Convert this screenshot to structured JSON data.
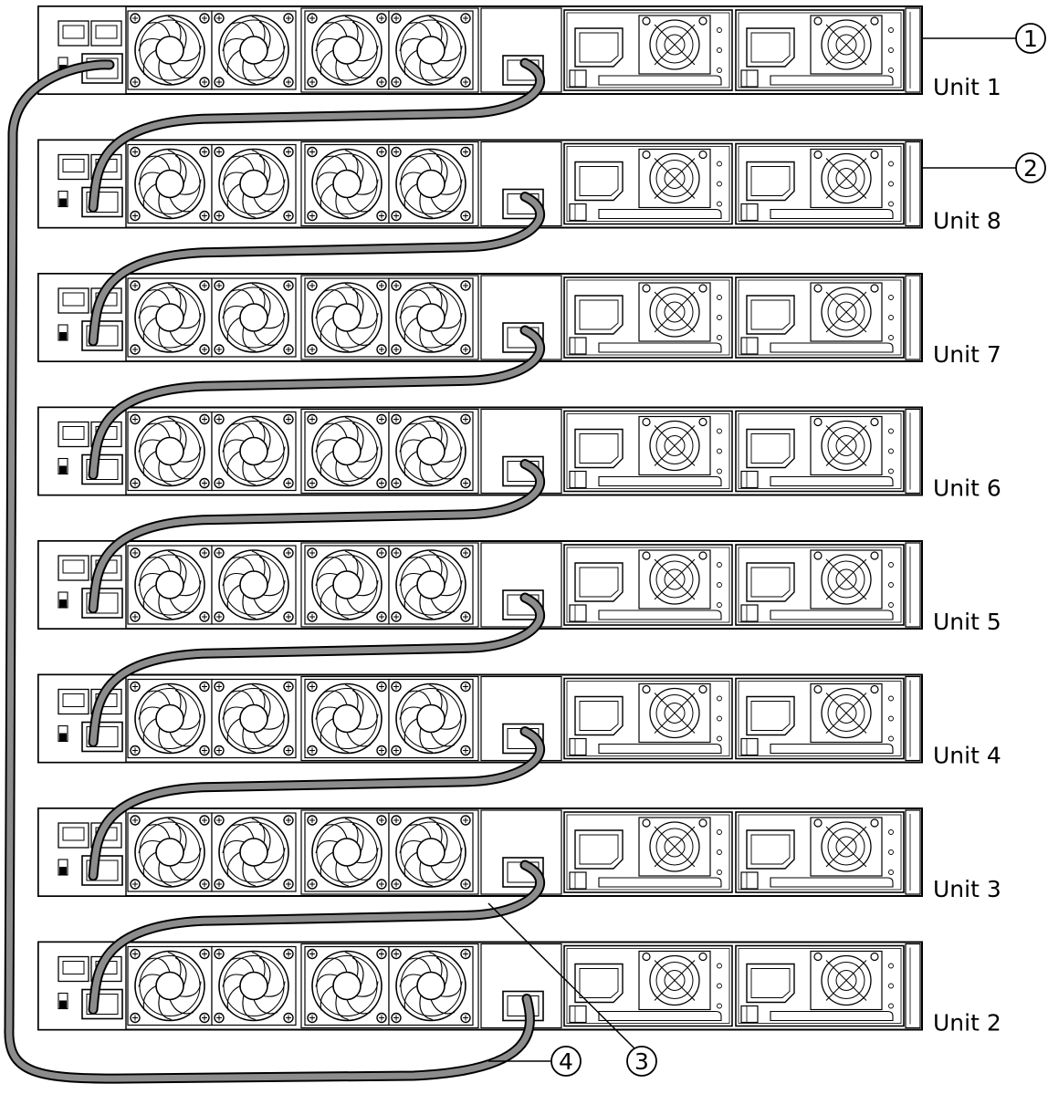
{
  "units": [
    {
      "label": "Unit 1"
    },
    {
      "label": "Unit 8"
    },
    {
      "label": "Unit 7"
    },
    {
      "label": "Unit 6"
    },
    {
      "label": "Unit 5"
    },
    {
      "label": "Unit 4"
    },
    {
      "label": "Unit 3"
    },
    {
      "label": "Unit 2"
    }
  ],
  "callouts": [
    {
      "number": "1"
    },
    {
      "number": "2"
    },
    {
      "number": "3"
    },
    {
      "number": "4"
    }
  ],
  "colors": {
    "cable": "#8c8c8c",
    "outline": "#000000",
    "panel": "#ffffff"
  }
}
